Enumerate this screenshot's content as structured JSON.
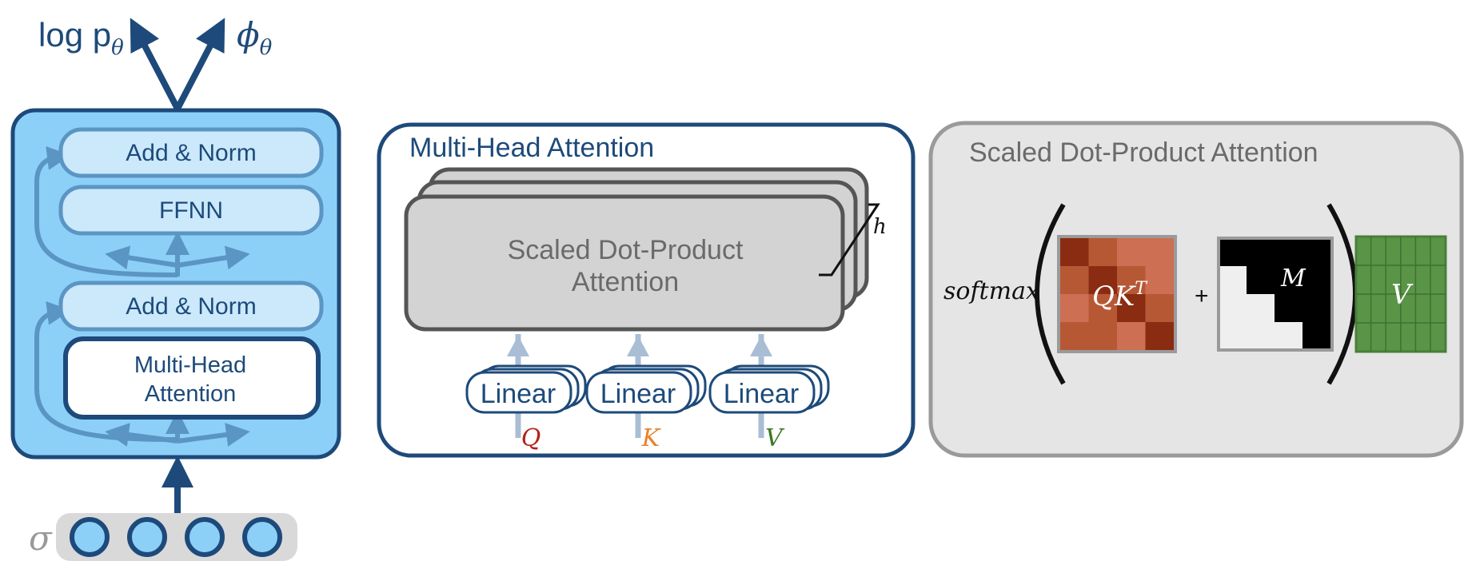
{
  "encoder": {
    "outputs": {
      "log_prob": "log p",
      "log_prob_sub": "θ",
      "phi": "ϕ",
      "phi_sub": "θ"
    },
    "add_norm_top": "Add & Norm",
    "ffnn": "FFNN",
    "add_norm_bottom": "Add & Norm",
    "mha_line1": "Multi-Head",
    "mha_line2": "Attention",
    "input_symbol": "σ",
    "input_token_count": 4
  },
  "multi_head": {
    "title": "Multi-Head Attention",
    "sdpa_line1": "Scaled Dot-Product",
    "sdpa_line2": "Attention",
    "heads_label": "h",
    "linear_label": "Linear",
    "inputs": [
      {
        "label": "Q",
        "color": "#b22417"
      },
      {
        "label": "K",
        "color": "#e8822c"
      },
      {
        "label": "V",
        "color": "#3c7a22"
      }
    ]
  },
  "sdpa": {
    "title": "Scaled Dot-Product Attention",
    "softmax": "softmax",
    "qk_label": "QK",
    "qk_sup": "T",
    "plus": "+",
    "mask_label": "M",
    "v_label": "V"
  },
  "colors": {
    "navy": "#1d4a7a",
    "encoder_fill": "#8cd0f8",
    "block_fill": "#cbe9fb",
    "block_stroke": "#5b95c4",
    "sdpa_fill": "#e5e5e5",
    "heat_dark": "#8a2c12",
    "heat_mid": "#b75835",
    "heat_light": "#cc6f53",
    "v_green": "#5a9447"
  }
}
